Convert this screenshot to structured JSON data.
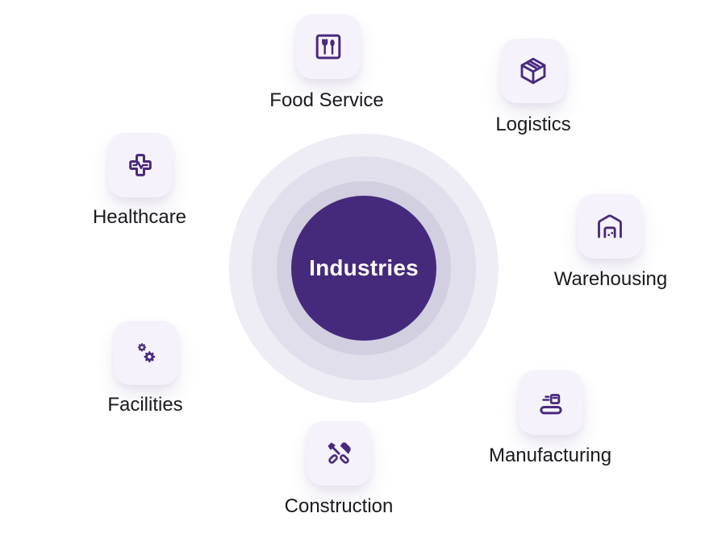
{
  "diagram": {
    "center_label": "Industries",
    "industries": [
      {
        "label": "Food Service",
        "icon": "utensils-icon"
      },
      {
        "label": "Logistics",
        "icon": "package-icon"
      },
      {
        "label": "Warehousing",
        "icon": "warehouse-icon"
      },
      {
        "label": "Manufacturing",
        "icon": "conveyor-icon"
      },
      {
        "label": "Construction",
        "icon": "hammer-screwdriver-icon"
      },
      {
        "label": "Facilities",
        "icon": "gears-icon"
      },
      {
        "label": "Healthcare",
        "icon": "medical-cross-pulse-icon"
      }
    ],
    "colors": {
      "accent": "#492a7d",
      "core_circle": "#452a7b",
      "ring_inner": "#d2cfe0",
      "ring_middle": "#e1dfeb",
      "ring_outer": "#eeecf4",
      "tile_background": "#f5f2fb",
      "label_text": "#1a1a1f",
      "center_text": "#ffffff"
    }
  }
}
